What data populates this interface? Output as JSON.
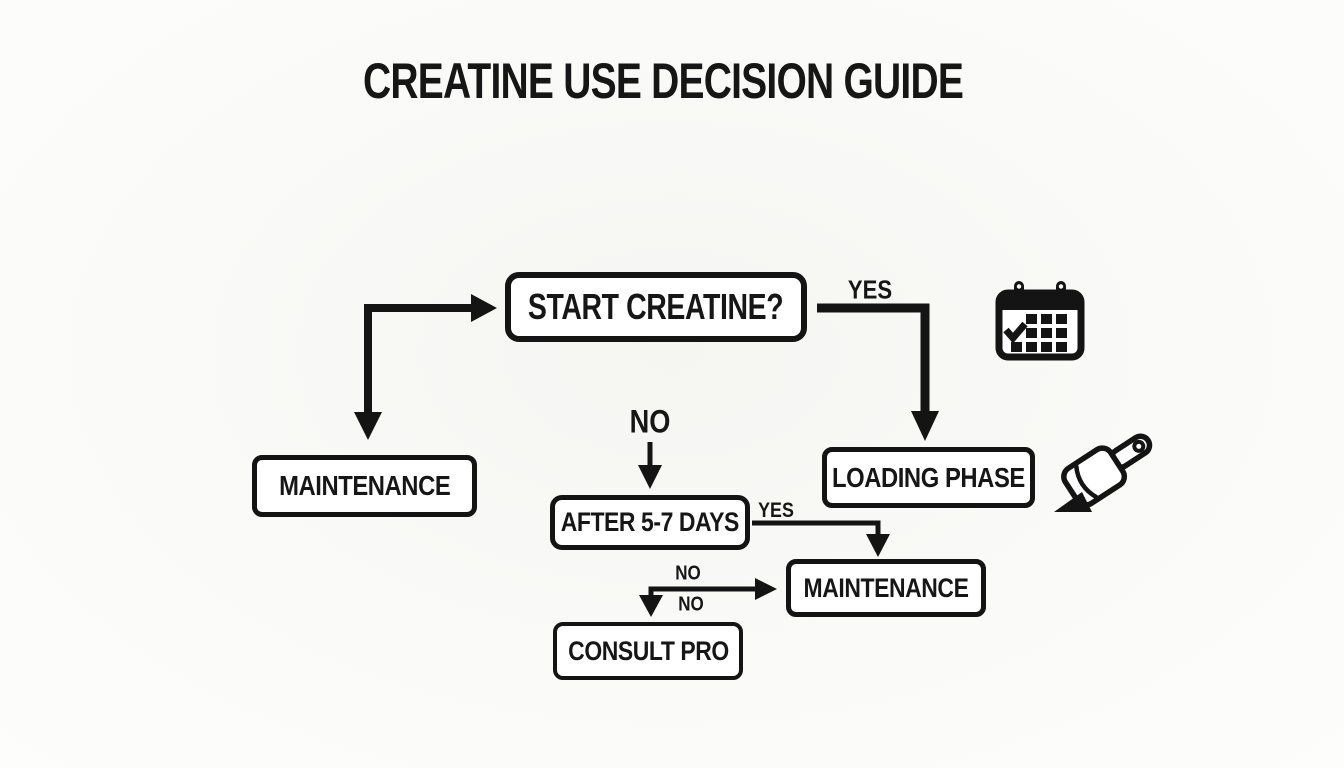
{
  "title": "CREATINE USE DECISION GUIDE",
  "nodes": {
    "start": {
      "label": "START CREATINE?"
    },
    "maintenance_left": {
      "label": "MAINTENANCE"
    },
    "loading_phase": {
      "label": "LOADING PHASE"
    },
    "after_5_7_days": {
      "label": "AFTER 5-7 DAYS"
    },
    "maintenance_right": {
      "label": "MAINTENANCE"
    },
    "consult_pro": {
      "label": "CONSULT PRO"
    }
  },
  "edge_labels": {
    "yes_top": "YES",
    "no_main": "NO",
    "yes_after": "YES",
    "no_after_right": "NO",
    "no_after_down": "NO"
  },
  "icons": {
    "calendar": "calendar-icon",
    "scoop": "scoop-icon"
  },
  "colors": {
    "ink": "#141414",
    "box_fill": "#ffffff",
    "background": "#fafaf8"
  }
}
